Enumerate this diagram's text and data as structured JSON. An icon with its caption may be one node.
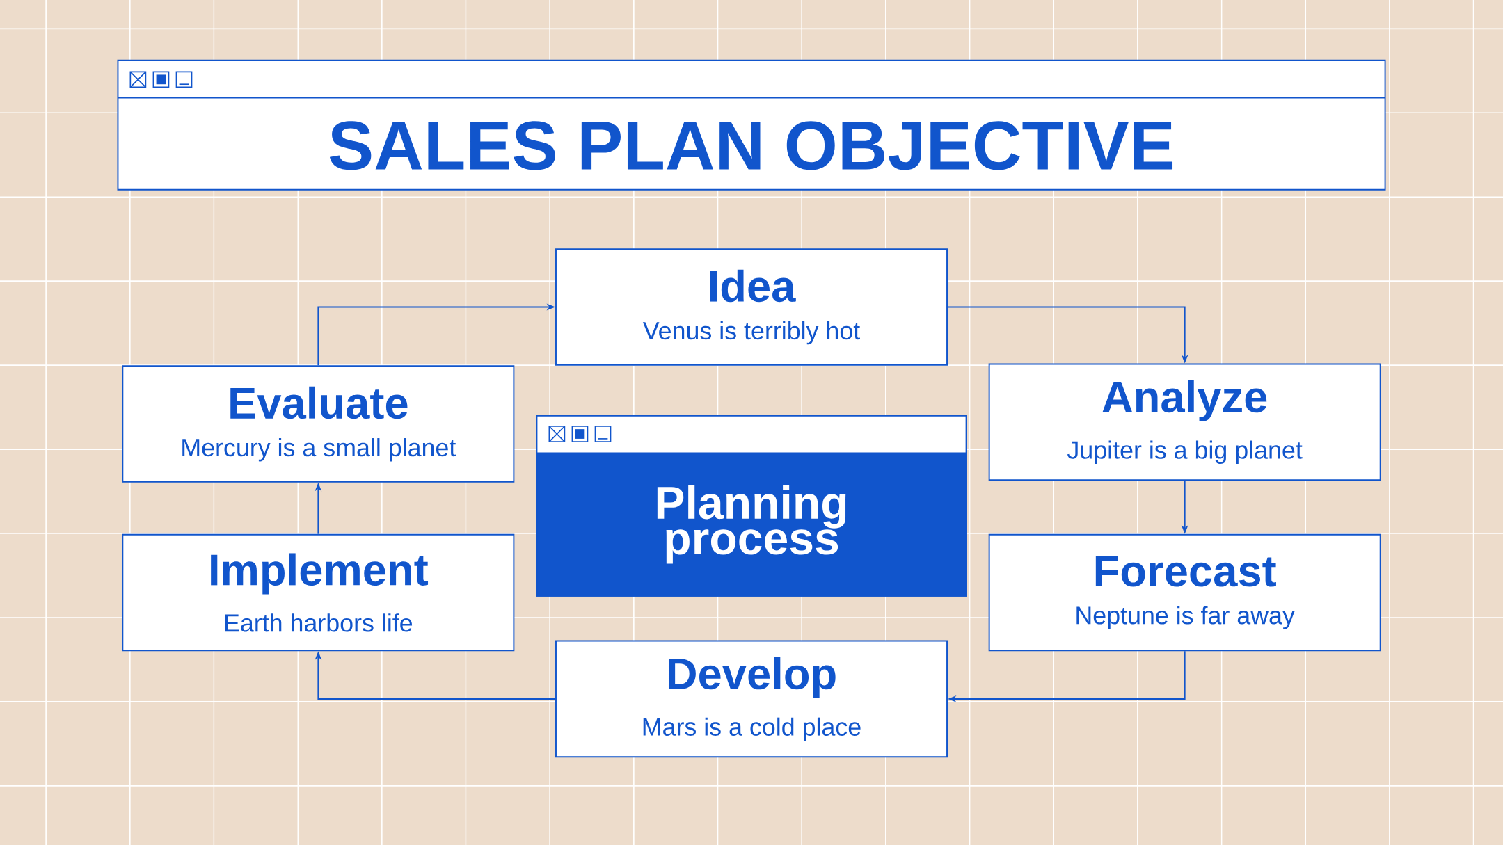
{
  "diagram": {
    "title": "SALES PLAN OBJECTIVE",
    "nodes": [
      {
        "text": [
          "Idea",
          "Venus is terribly hot"
        ]
      },
      {
        "text": [
          "Evaluate",
          "Mercury is a small planet"
        ]
      },
      {
        "text": [
          "Analyze",
          "Jupiter is a big planet"
        ]
      },
      {
        "text": [
          "Planning process"
        ]
      },
      {
        "text": [
          "Implement",
          "Earth harbors life"
        ]
      },
      {
        "text": [
          "Forecast",
          "Neptune is far away"
        ]
      },
      {
        "text": [
          "Develop",
          "Mars is a cold place"
        ]
      }
    ],
    "edges": [
      {
        "from": 1,
        "to": 0,
        "arrow": "to"
      },
      {
        "from": 0,
        "to": 2,
        "arrow": "to"
      },
      {
        "from": 2,
        "to": 5,
        "arrow": "to"
      },
      {
        "from": 5,
        "to": 6,
        "arrow": "to"
      },
      {
        "from": 6,
        "to": 4,
        "arrow": "to"
      },
      {
        "from": 4,
        "to": 1,
        "arrow": "to"
      }
    ]
  }
}
